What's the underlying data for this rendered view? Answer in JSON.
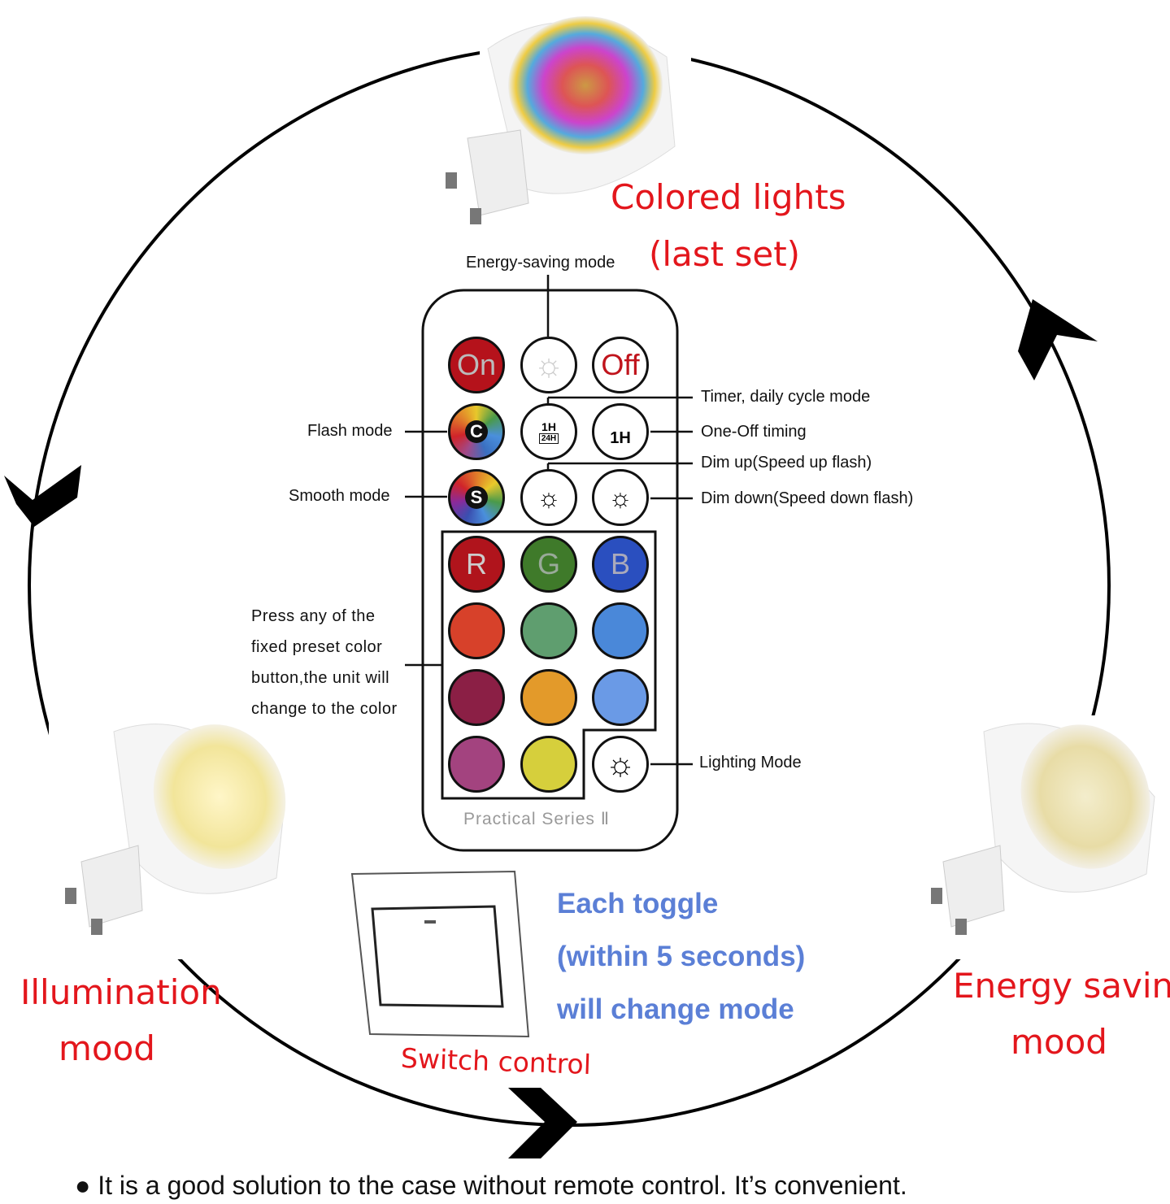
{
  "modes": {
    "colored": {
      "line1": "Colored lights",
      "line2": "(last set)"
    },
    "illumination": {
      "line1": "Illumination",
      "line2": "mood"
    },
    "energy": {
      "line1": "Energy saving",
      "line2": "mood"
    }
  },
  "remote": {
    "buttons": {
      "on": "On",
      "off": "Off",
      "flash": "C",
      "smooth": "S",
      "r": "R",
      "g": "G",
      "b": "B",
      "timer": "1H",
      "timer24": "24H",
      "oneoff": "1H"
    },
    "series": "Practical Series Ⅱ",
    "preset_colors": [
      "#d7412a",
      "#5f9e6f",
      "#4a88d9",
      "#8b1f45",
      "#e39a2a",
      "#6a9ae6",
      "#a3437f",
      "#d6cf3c"
    ],
    "rgb_colors": [
      "#b0141c",
      "#3f7a2a",
      "#2a4fbf"
    ]
  },
  "labels": {
    "energy_saving_mode": "Energy-saving mode",
    "timer": "Timer, daily cycle mode",
    "one_off": "One-Off timing",
    "dim_up": "Dim up(Speed up flash)",
    "dim_down": "Dim down(Speed down flash)",
    "flash": "Flash mode",
    "smooth": "Smooth mode",
    "preset": [
      "Press any of the",
      "fixed preset color",
      "button,the unit will",
      "change to the color"
    ],
    "lighting": "Lighting Mode"
  },
  "switch": {
    "toggle": [
      "Each toggle",
      "(within 5 seconds)",
      "will change mode"
    ],
    "caption": "Switch control"
  },
  "footer": "● It is a good solution to the case without remote control. It’s convenient."
}
